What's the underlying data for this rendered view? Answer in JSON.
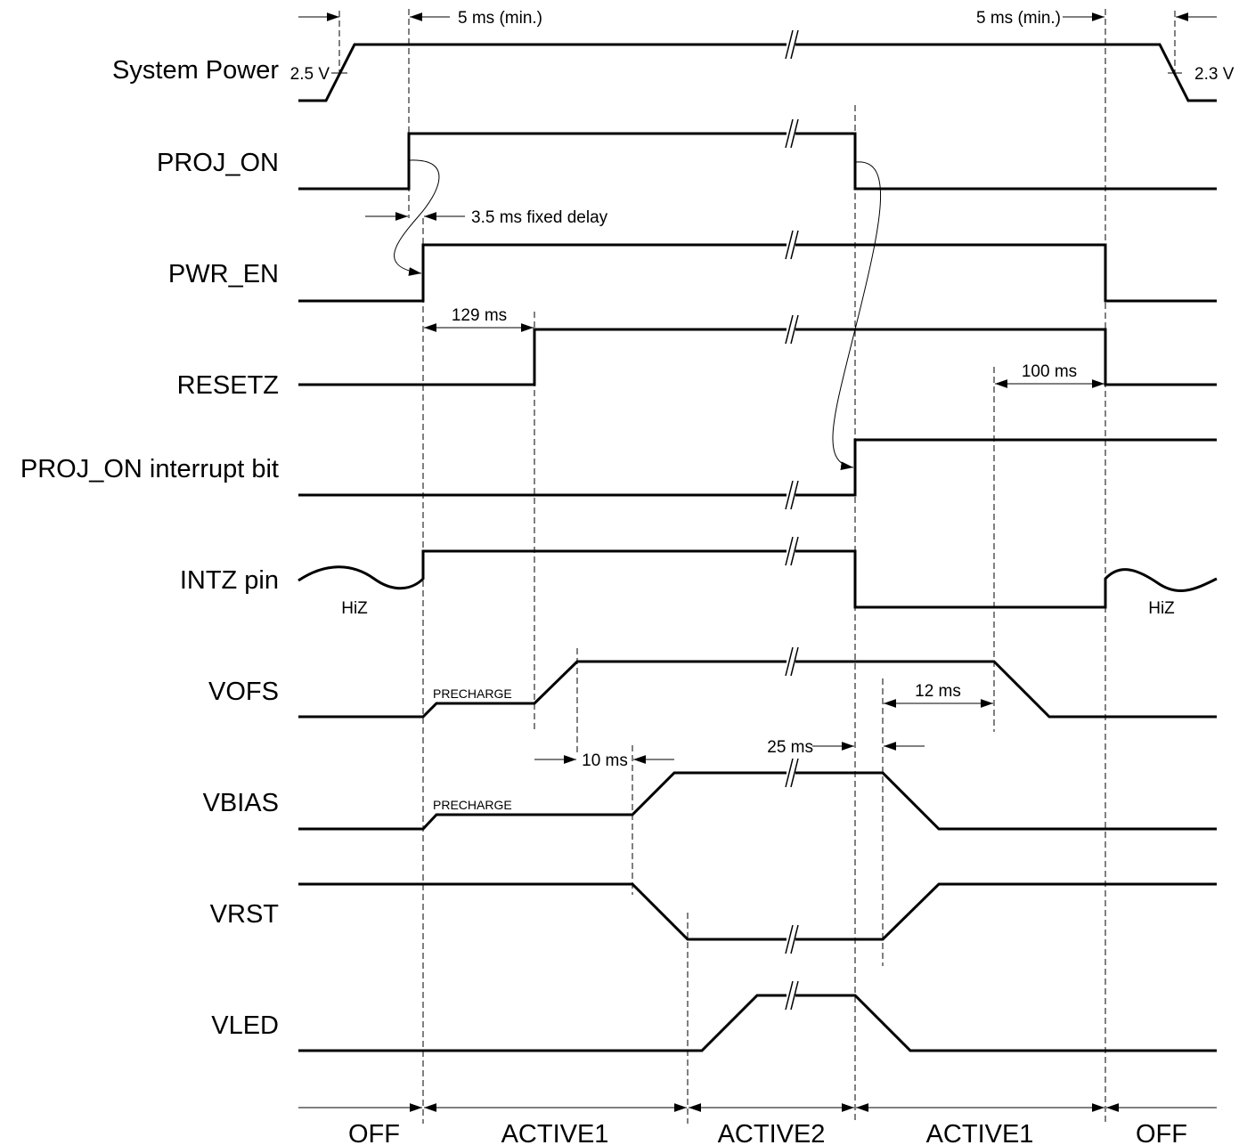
{
  "signals": {
    "system_power": "System Power",
    "proj_on": "PROJ_ON",
    "pwr_en": "PWR_EN",
    "resetz": "RESETZ",
    "proj_on_interrupt": "PROJ_ON interrupt bit",
    "intz": "INTZ pin",
    "vofs": "VOFS",
    "vbias": "VBIAS",
    "vrst": "VRST",
    "vled": "VLED"
  },
  "annotations": {
    "min_delay_left": "5 ms (min.)",
    "min_delay_right": "5 ms (min.)",
    "v_on": "2.5 V",
    "v_off": "2.3 V",
    "fixed_delay": "3.5 ms fixed delay",
    "resetz_delay": "129 ms",
    "resetz_fall": "100 ms",
    "hiz_left": "HiZ",
    "hiz_right": "HiZ",
    "vofs_precharge": "PRECHARGE",
    "vbias_precharge": "PRECHARGE",
    "vofs_fall": "12 ms",
    "vbias_delay": "10 ms",
    "vbias_fall": "25 ms"
  },
  "states": [
    "OFF",
    "ACTIVE1",
    "ACTIVE2",
    "ACTIVE1",
    "OFF"
  ]
}
